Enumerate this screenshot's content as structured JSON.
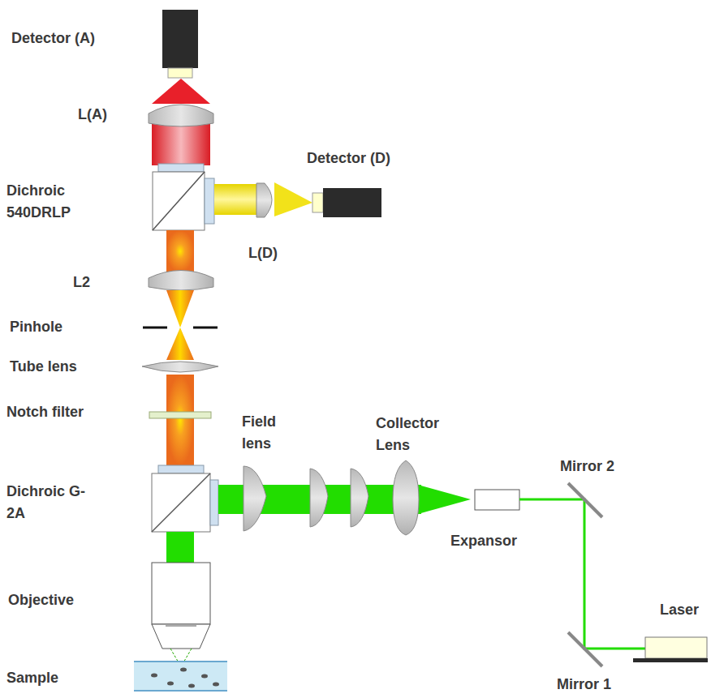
{
  "diagram": {
    "labels": [
      "Detector (A)",
      "L(A)",
      "Dichroic 540DRLP",
      "Detector (D)",
      "L(D)",
      "L2",
      "Pinhole",
      "Tube lens",
      "Notch filter",
      "Field lens",
      "Collector Lens",
      "Dichroic G-2A",
      "Mirror 2",
      "Expansor",
      "Laser",
      "Objective",
      "Sample",
      "Mirror 1"
    ]
  }
}
